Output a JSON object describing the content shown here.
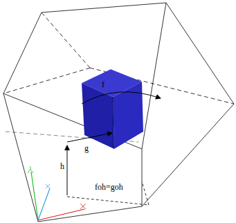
{
  "diagram": {
    "labels": [
      "f",
      "g",
      "h",
      "foh=goh"
    ]
  }
}
